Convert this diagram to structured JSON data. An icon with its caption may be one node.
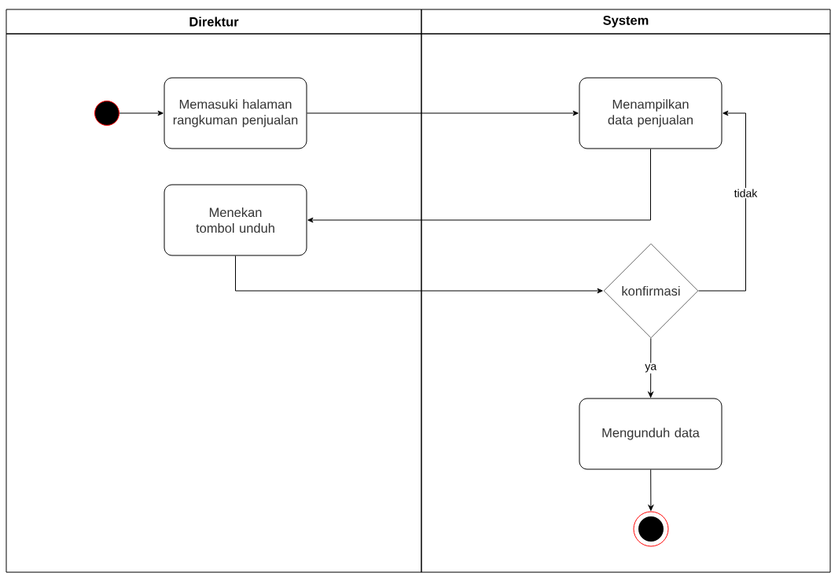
{
  "diagram": {
    "nodes": [
      {
        "text": [
          "Direktur"
        ]
      },
      {
        "text": [
          "System"
        ]
      },
      {
        "text": [],
        "shape": "circle",
        "in": 0
      },
      {
        "text": [
          "Memasuki halaman rangkuman penjualan"
        ],
        "in": 0
      },
      {
        "text": [
          "Menekan tombol unduh"
        ],
        "in": 0
      },
      {
        "text": [
          "Menampilkan data penjualan"
        ],
        "in": 1
      },
      {
        "text": [
          "konfirmasi"
        ],
        "in": 1
      },
      {
        "text": [
          "Mengunduh data"
        ],
        "in": 1
      },
      {
        "text": [],
        "shape": "circle",
        "in": 1
      }
    ],
    "edges": [
      {
        "from": 2,
        "to": 3,
        "arrow": "to"
      },
      {
        "from": 3,
        "to": 5,
        "arrow": "to"
      },
      {
        "from": 5,
        "to": 4,
        "arrow": "to"
      },
      {
        "from": 4,
        "to": 6,
        "arrow": "to"
      },
      {
        "from": 6,
        "to": 5,
        "arrow": "to",
        "label": "tidak"
      },
      {
        "from": 6,
        "to": 7,
        "arrow": "to",
        "label": "ya"
      },
      {
        "from": 7,
        "to": 8,
        "arrow": "to"
      }
    ]
  }
}
